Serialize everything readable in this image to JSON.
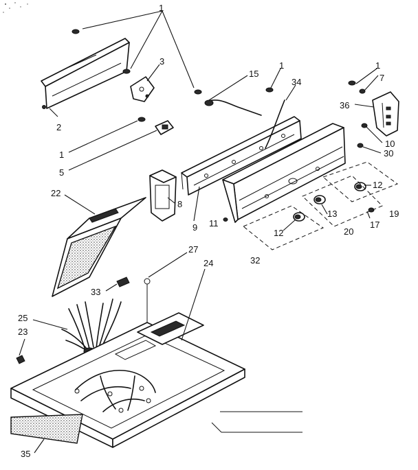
{
  "callouts": {
    "c1a": "1",
    "c1b": "1",
    "c1c": "1",
    "c1d": "1",
    "c1e": "1",
    "c2": "2",
    "c3": "3",
    "c5": "5",
    "c7": "7",
    "c8": "8",
    "c9": "9",
    "c10": "10",
    "c11": "11",
    "c12a": "12",
    "c12b": "12",
    "c13": "13",
    "c15": "15",
    "c17": "17",
    "c19": "19",
    "c20": "20",
    "c22": "22",
    "c23": "23",
    "c24": "24",
    "c25": "25",
    "c27": "27",
    "c30": "30",
    "c32": "32",
    "c33": "33",
    "c34": "34",
    "c35": "35",
    "c36": "36"
  },
  "colors": {
    "ink": "#111111",
    "paper": "#ffffff"
  }
}
